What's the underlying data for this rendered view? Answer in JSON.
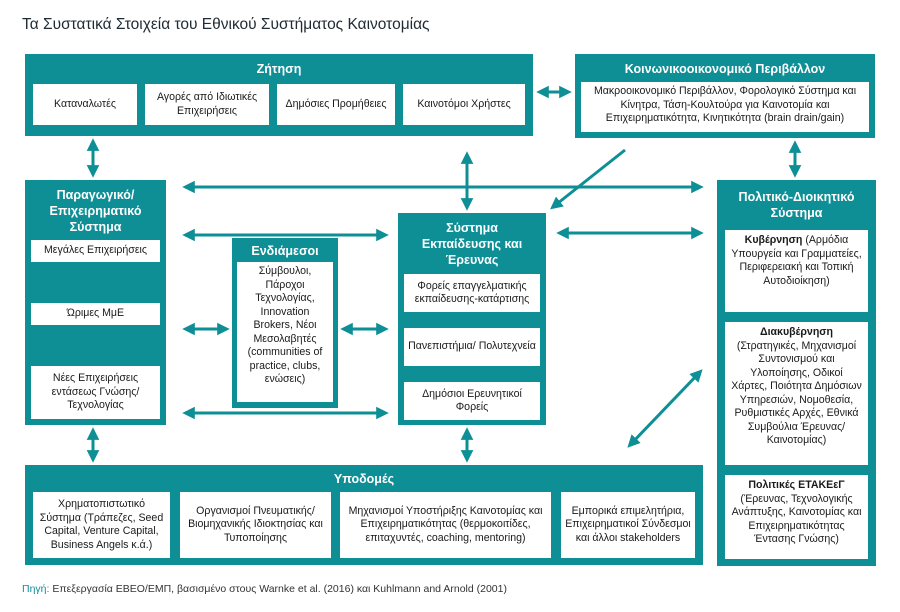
{
  "title": "Τα Συστατικά Στοιχεία του Εθνικού Συστήματος Καινοτομίας",
  "demand": {
    "title": "Ζήτηση",
    "items": [
      "Καταναλωτές",
      "Αγορές από Ιδιωτικές Επιχειρήσεις",
      "Δημόσιες Προμήθειες",
      "Καινοτόμοι Χρήστες"
    ]
  },
  "socio": {
    "title": "Κοινωνικοοικονομικό Περιβάλλον",
    "text": "Μακροοικονομικό Περιβάλλον, Φορολογικό Σύστημα και Κίνητρα, Τάση-Κουλτούρα για Καινοτομία και Επιχειρηματικότητα, Κινητικότητα (brain drain/gain)"
  },
  "production": {
    "title": "Παραγωγικό/ Επιχειρηματικό Σύστημα",
    "items": [
      "Μεγάλες Επιχειρήσεις",
      "Ώριμες ΜμΕ",
      "Νέες Επιχειρήσεις εντάσεως Γνώσης/Τεχνολογίας"
    ]
  },
  "intermediaries": {
    "title": "Ενδιάμεσοι",
    "text": "Σύμβουλοι, Πάροχοι Τεχνολογίας, Innovation Brokers, Νέοι Μεσολαβητές (communities of practice, clubs, ενώσεις)"
  },
  "education": {
    "title": "Σύστημα Εκπαίδευσης και Έρευνας",
    "items": [
      "Φορείς επαγγελματικής εκπαίδευσης-κατάρτισης",
      "Πανεπιστήμια/ Πολυτεχνεία",
      "Δημόσιοι Ερευνητικοί Φορείς"
    ]
  },
  "political": {
    "title": "Πολιτικό-Διοικητικό Σύστημα",
    "gov_bold": "Κυβέρνηση",
    "gov_text": " (Αρμόδια Υπουργεία και Γραμματείες, Περιφερειακή και Τοπική Αυτοδιοίκηση)",
    "gov2_bold": "Διακυβέρνηση",
    "gov2_text": "(Στρατηγικές, Μηχανισμοί Συντονισμού και Υλοποίησης, Οδικοί Χάρτες, Ποιότητα Δημόσιων Υπηρεσιών, Νομοθεσία, Ρυθμιστικές Αρχές, Εθνικά Συμβούλια Έρευνας/Καινοτομίας)",
    "pol_bold": "Πολιτικές ΕΤΑΚΕεΓ",
    "pol_text": "(Έρευνας, Τεχνολογικής Ανάπτυξης, Καινοτομίας και Επιχειρηματικότητας Έντασης Γνώσης)"
  },
  "infrastructure": {
    "title": "Υποδομές",
    "items": [
      "Χρηματοπιστωτικό Σύστημα (Τράπεζες, Seed Capital, Venture Capital, Business Angels κ.ά.)",
      "Οργανισμοί Πνευματικής/ Βιομηχανικής Ιδιοκτησίας και Τυποποίησης",
      "Μηχανισμοί Υποστήριξης Καινοτομίας και Επιχειρηματικότητας (θερμοκοιτίδες, επιταχυντές, coaching, mentoring)",
      "Εμπορικά επιμελητήρια, Επιχειρηματικοί Σύνδεσμοι και άλλοι stakeholders"
    ]
  },
  "source": {
    "label": "Πηγή:",
    "text": " Επεξεργασία ΕΒΕΟ/ΕΜΠ, βασισμένο στους Warnke  et al. (2016) και Kuhlmann and Arnold (2001)"
  },
  "colors": {
    "accent": "#0e8f96",
    "text": "#1a1a1a"
  }
}
